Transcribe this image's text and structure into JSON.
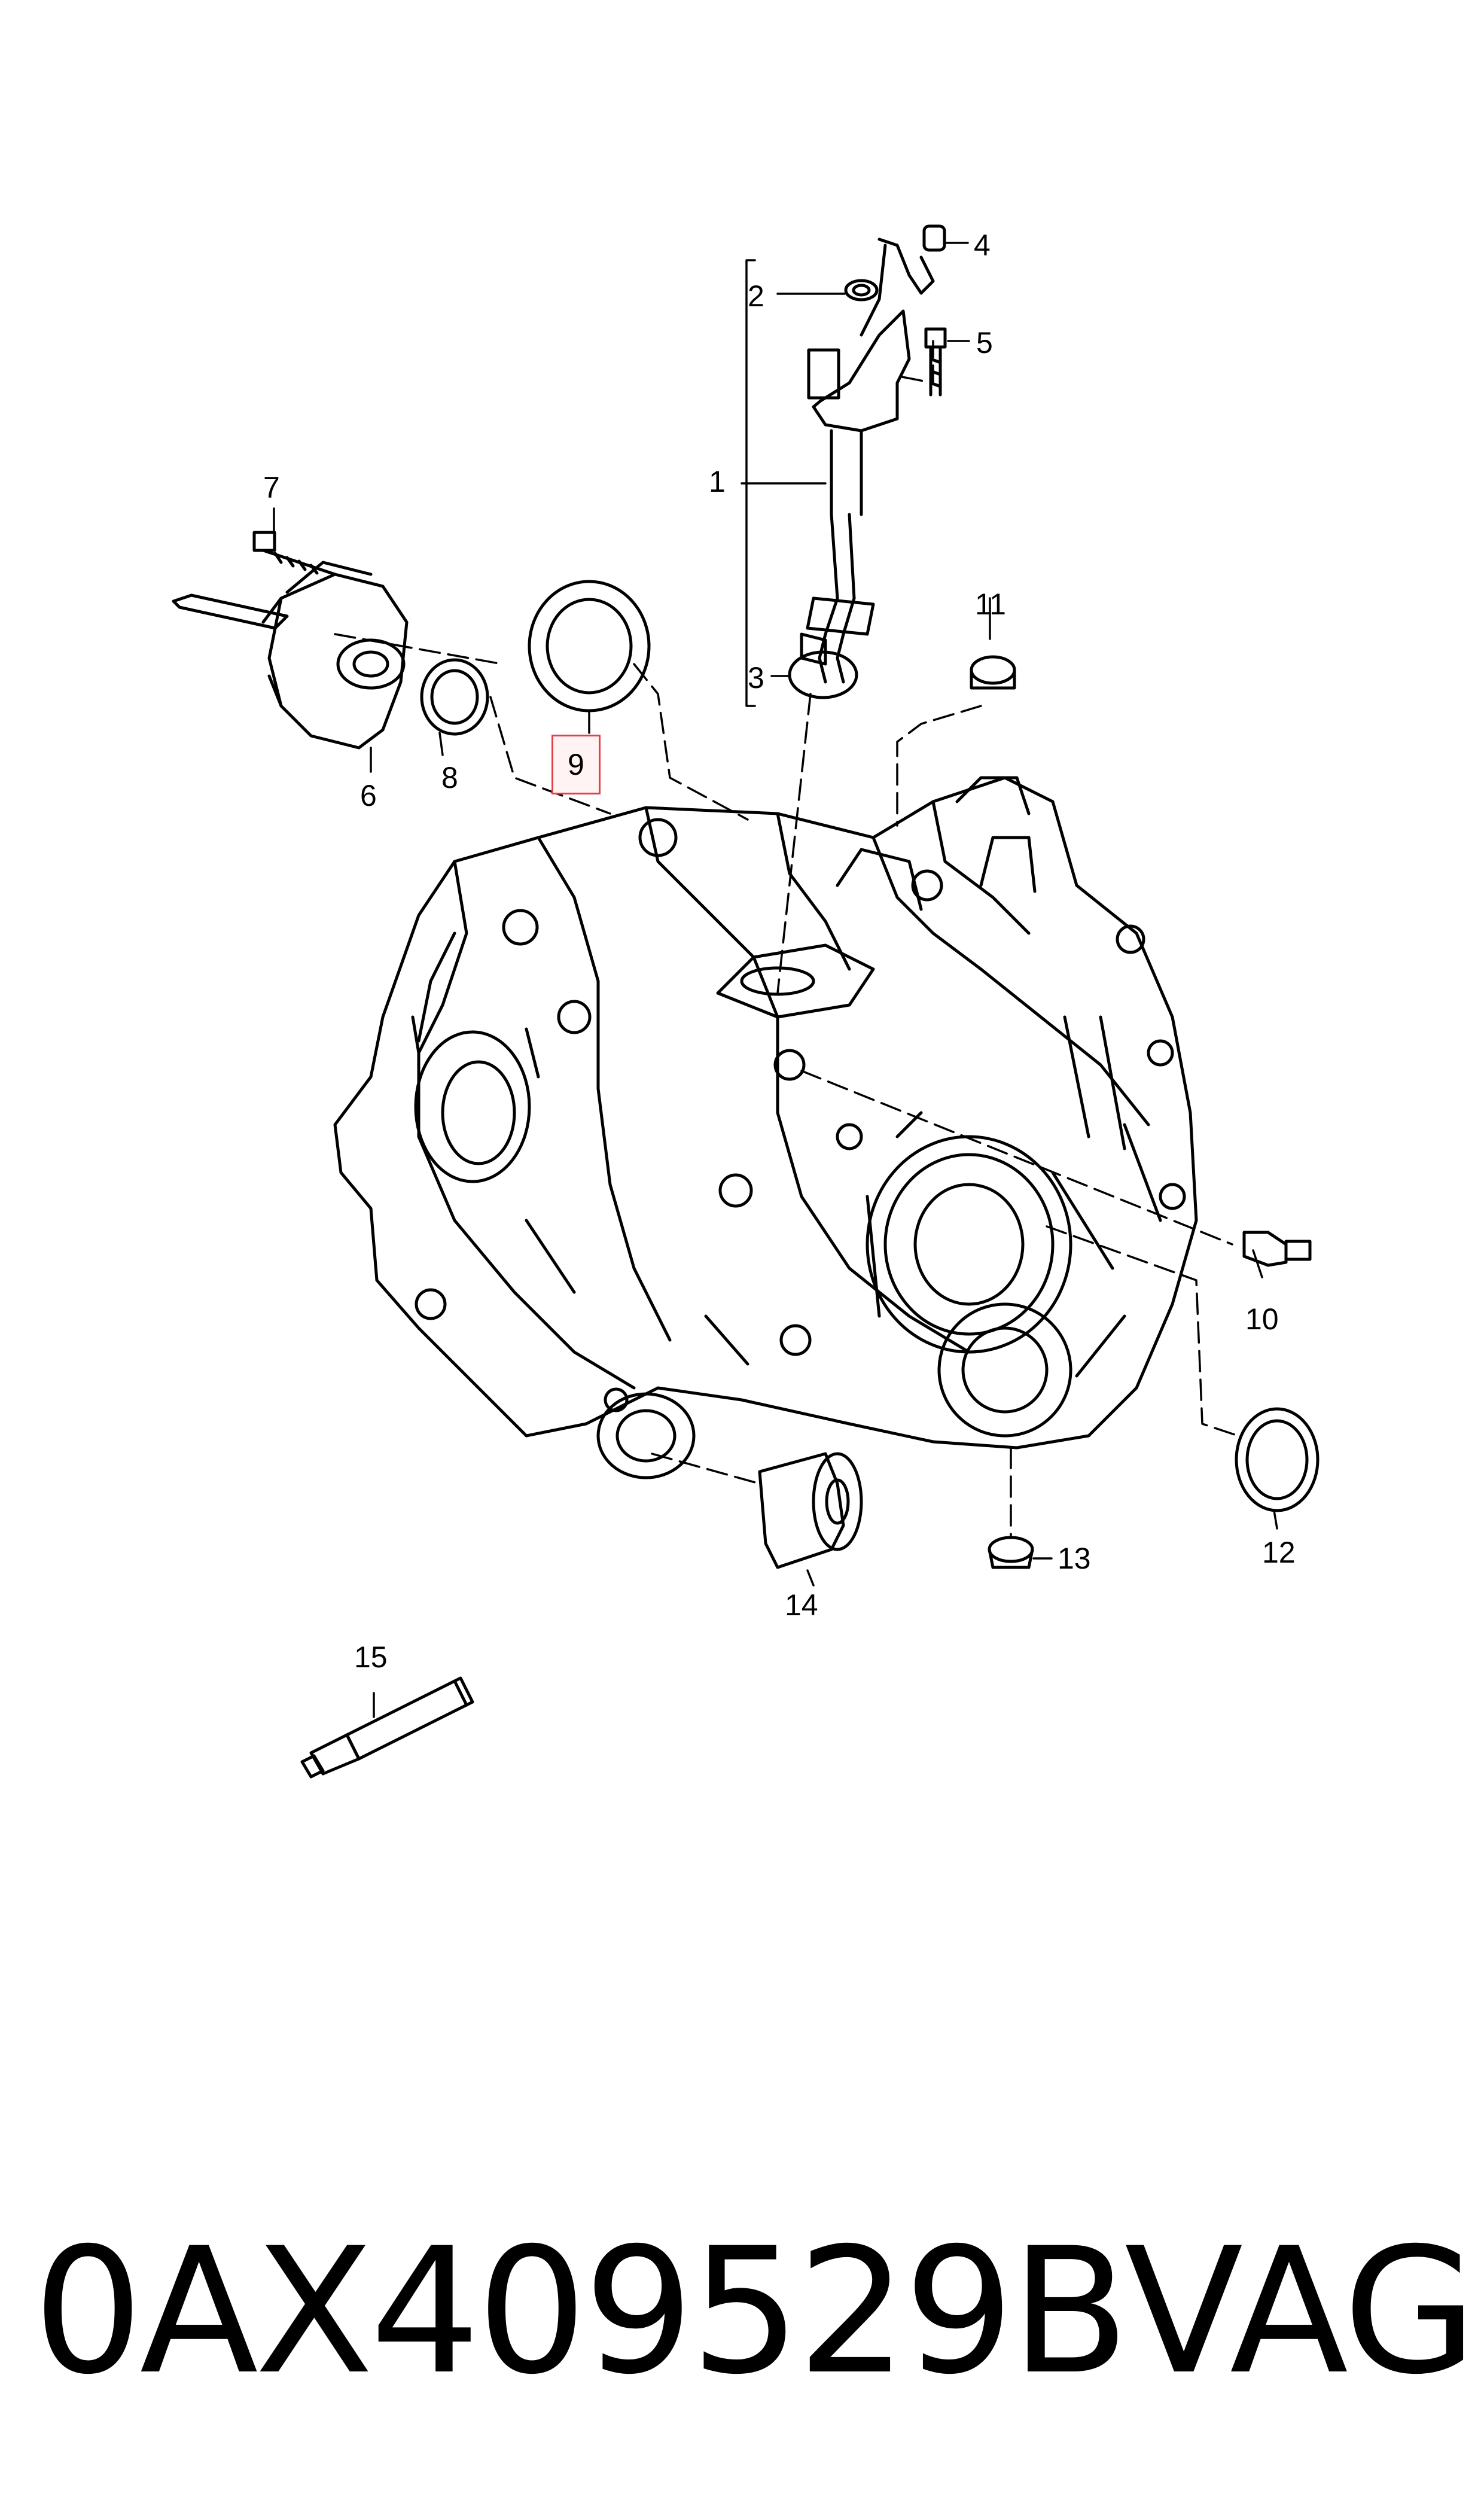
{
  "diagram": {
    "callouts": [
      "1",
      "2",
      "3",
      "4",
      "5",
      "6",
      "7",
      "8",
      "9",
      "10",
      "11",
      "12",
      "13",
      "14",
      "15"
    ],
    "highlighted_callout": "9"
  },
  "footer": {
    "part_number": "0AX409529B",
    "brand": "VAG"
  }
}
